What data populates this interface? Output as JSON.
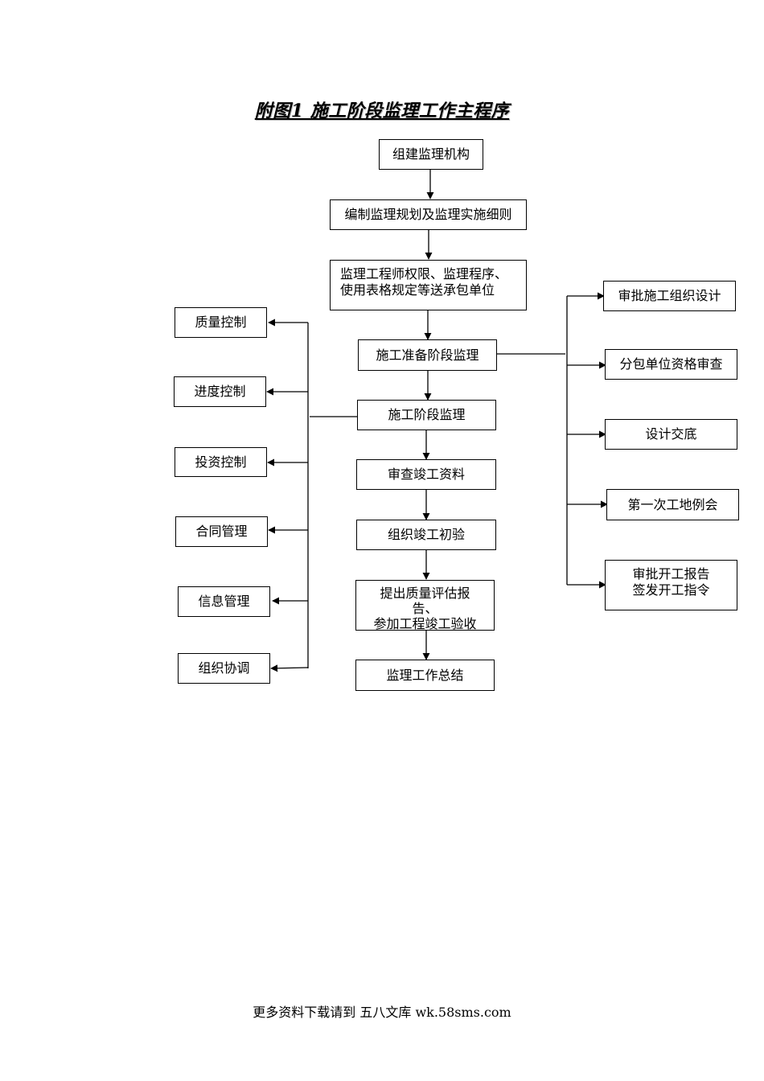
{
  "title": "附图1 施工阶段监理工作主程序",
  "main_steps": [
    [
      "组建监理机构"
    ],
    [
      "编制监理规划及监理实施细则"
    ],
    [
      "监理工程师权限、监理程序、",
      "使用表格规定等送承包单位"
    ],
    [
      "施工准备阶段监理"
    ],
    [
      "施工阶段监理"
    ],
    [
      "审查竣工资料"
    ],
    [
      "组织竣工初验"
    ],
    [
      "提出质量评估报",
      "告、",
      "参加工程竣工验收"
    ],
    [
      "监理工作总结"
    ]
  ],
  "left_branch": [
    "质量控制",
    "进度控制",
    "投资控制",
    "合同管理",
    "信息管理",
    "组织协调"
  ],
  "right_branch": [
    [
      "审批施工组织设计"
    ],
    [
      "分包单位资格审查"
    ],
    [
      "设计交底"
    ],
    [
      "第一次工地例会"
    ],
    [
      "审批开工报告",
      "签发开工指令"
    ]
  ],
  "footer": "更多资料下载请到 五八文库 wk.58sms.com"
}
